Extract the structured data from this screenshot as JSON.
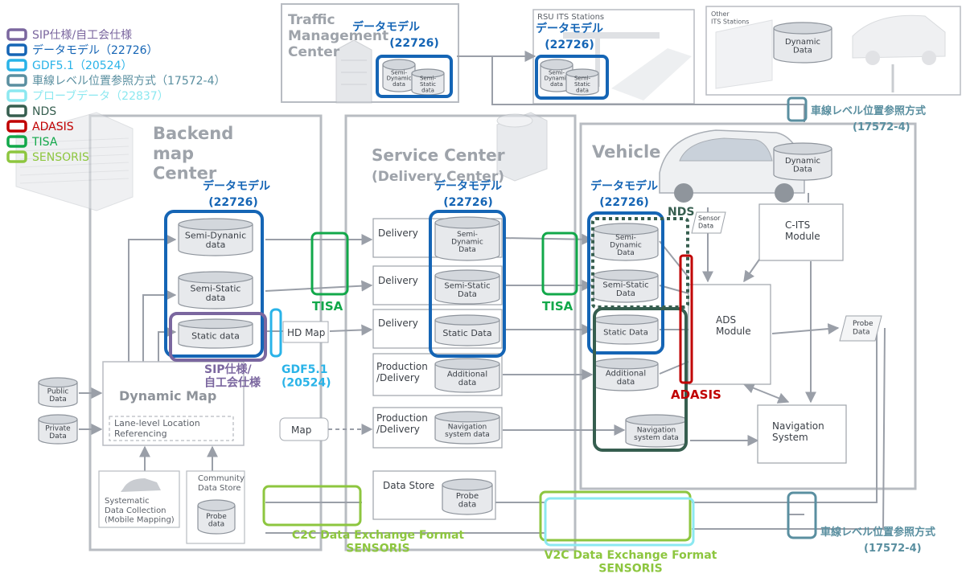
{
  "legend": {
    "items": [
      {
        "label": "SIP仕様/自工会仕様",
        "color": "#7B679F"
      },
      {
        "label": "データモデル（22726）",
        "color": "#1565B5"
      },
      {
        "label": "GDF5.1（20524）",
        "color": "#29B3E8"
      },
      {
        "label": "車線レベル位置参照方式（17572-4）",
        "color": "#5A8FA0"
      },
      {
        "label": "プローブデータ（22837）",
        "color": "#8CE8F0"
      },
      {
        "label": "NDS",
        "color": "#365E4F"
      },
      {
        "label": "ADASIS",
        "color": "#C00000"
      },
      {
        "label": "TISA",
        "color": "#12A84A"
      },
      {
        "label": "SENSORIS",
        "color": "#8DC63F"
      }
    ]
  },
  "sections": {
    "traffic": "Traffic\nManagement\nCenter",
    "rsu": "RSU  ITS Stations",
    "other": "Other\nITS Stations",
    "backend": "Backend\nmap\nCenter",
    "service": "Service Center",
    "service_sub": "(Delivery Center)",
    "vehicle": "Vehicle"
  },
  "labels": {
    "datamodel": "データモデル",
    "datamodel_num": "(22726)",
    "tisa": "TISA",
    "nds": "NDS",
    "adasis": "ADASIS",
    "sip": "SIP仕様/\n自工会仕様",
    "gdf": "GDF5.1\n(20524)",
    "lane_ref": "車線レベル位置参照方式",
    "lane_ref_num": "(17572-4)",
    "c2c": "C2C Data Exchange Format\nSENSORIS",
    "v2c": "V2C Data Exchange Format\nSENSORIS"
  },
  "db": {
    "semi_dynamic_data": "Semi-Dynanic\ndata",
    "semi_static_data": "Semi-Static\ndata",
    "static_data": "Static data",
    "semi_dynamic_sc": "Semi-\nDynamic\nData",
    "semi_static_sc": "Semi-Static\nData",
    "static_sc": "Static Data",
    "additional": "Additional\ndata",
    "navigation": "Navigation\nsystem data",
    "dynamic": "Dynamic\nData",
    "semi_dynamic_v": "Semi-\nDynamic\nData",
    "probe": "Probe\ndata",
    "public": "Public\nData",
    "private": "Private\nData",
    "traffic_sd": "Semi-\nDynamic\ndata",
    "traffic_ss": "Semi-\nStatic\ndata",
    "rsu_sd": "Semi-\nDynamic\ndata",
    "rsu_ss": "Semi-\nStatic\ndata"
  },
  "boxes": {
    "delivery": "Delivery",
    "production": "Production\n/Delivery",
    "data_store": "Data Store",
    "dynamic_map": "Dynamic Map",
    "llr": "Lane-level Location\nReferencing",
    "hd_map": "HD Map",
    "map": "Map",
    "systematic": "Systematic\nData Collection\n(Mobile Mapping)",
    "community": "Community\nData Store",
    "c_its": "C-ITS\nModule",
    "ads": "ADS\nModule",
    "nav_system": "Navigation\nSystem",
    "sensor_data": "Sensor\nData",
    "probe_data": "Probe\nData"
  }
}
